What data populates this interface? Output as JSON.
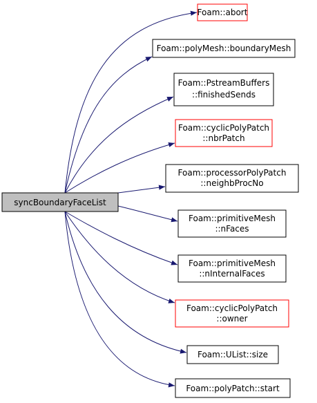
{
  "colors": {
    "edge": "#191970",
    "source_fill": "#bfbfbf",
    "node_border": "#000000",
    "node_border_highlight": "#ff0000",
    "node_fill": "#ffffff"
  },
  "source_node": {
    "label": "syncBoundaryFaceList"
  },
  "nodes": [
    {
      "line1": "Foam::abort",
      "line2": "",
      "highlight": true
    },
    {
      "line1": "Foam::polyMesh::boundaryMesh",
      "line2": "",
      "highlight": false
    },
    {
      "line1": "Foam::PstreamBuffers",
      "line2": "::finishedSends",
      "highlight": false
    },
    {
      "line1": "Foam::cyclicPolyPatch",
      "line2": "::nbrPatch",
      "highlight": true
    },
    {
      "line1": "Foam::processorPolyPatch",
      "line2": "::neighbProcNo",
      "highlight": false
    },
    {
      "line1": "Foam::primitiveMesh",
      "line2": "::nFaces",
      "highlight": false
    },
    {
      "line1": "Foam::primitiveMesh",
      "line2": "::nInternalFaces",
      "highlight": false
    },
    {
      "line1": "Foam::cyclicPolyPatch",
      "line2": "::owner",
      "highlight": true
    },
    {
      "line1": "Foam::UList::size",
      "line2": "",
      "highlight": false
    },
    {
      "line1": "Foam::polyPatch::start",
      "line2": "",
      "highlight": false
    }
  ]
}
